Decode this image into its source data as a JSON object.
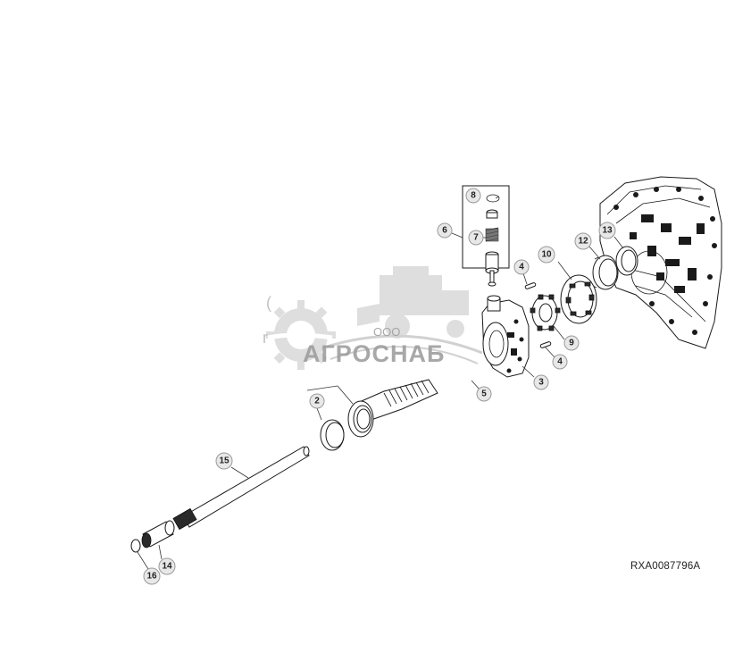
{
  "figure_code": "RXA0087796A",
  "watermark": {
    "prefix": "ООО",
    "brand": "АГРОСНАБ"
  },
  "callouts": [
    "2",
    "3",
    "4",
    "4",
    "5",
    "6",
    "7",
    "8",
    "9",
    "10",
    "12",
    "13",
    "14",
    "15",
    "16"
  ]
}
